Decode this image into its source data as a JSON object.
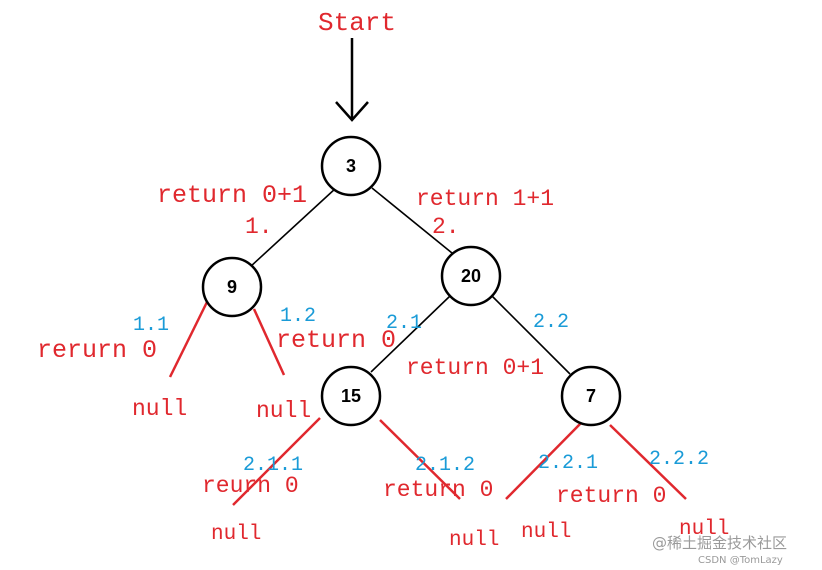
{
  "start_label": "Start",
  "nodes": [
    "3",
    "9",
    "20",
    "15",
    "7"
  ],
  "returns": {
    "left_of_root": "return 0+1",
    "right_of_root": "return 1+1",
    "node9_left": "rerurn 0",
    "node9_right": "return 0",
    "node20_left": "return 0+1",
    "node15_left": "reurn 0",
    "node15_right": "return 0",
    "node7_right": "return 0"
  },
  "step_labels": {
    "s1": "1.",
    "s2": "2.",
    "s1_1": "1.1",
    "s1_2": "1.2",
    "s2_1": "2.1",
    "s2_2": "2.2",
    "s2_1_1": "2.1.1",
    "s2_1_2": "2.1.2",
    "s2_2_1": "2.2.1",
    "s2_2_2": "2.2.2"
  },
  "null_label": "null",
  "watermark": {
    "line1": "@稀土掘金技术社区",
    "line2": "CSDN @TomLazy"
  },
  "colors": {
    "return_text": "#e0282e",
    "step_text": "#1a9bd7",
    "null_edge": "#e0282e",
    "tree_edge": "#000000"
  }
}
